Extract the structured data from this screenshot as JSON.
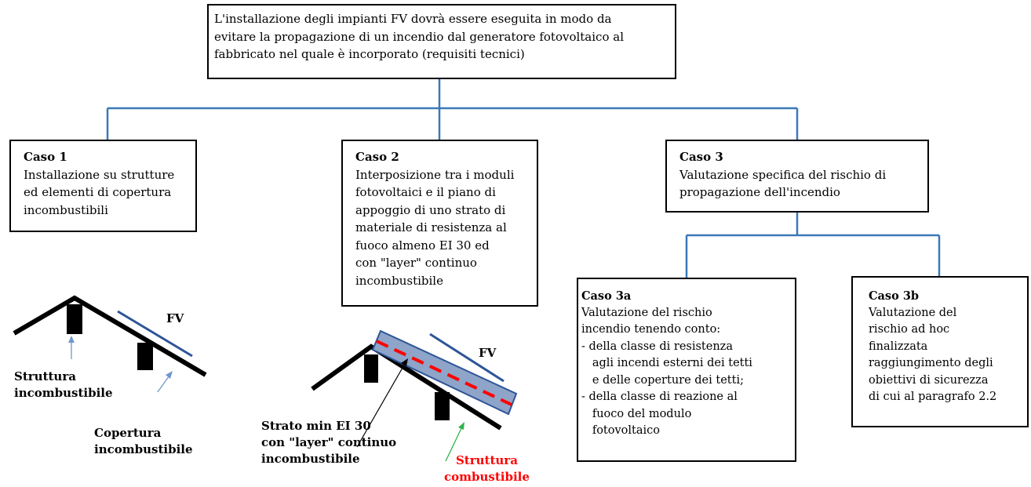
{
  "top_box": {
    "lines": [
      "L'installazione degli impianti FV dovrà essere eseguita in modo da",
      "evitare la propagazione di un incendio dal generatore fotovoltaico al",
      "fabbricato nel quale è incorporato (requisiti tecnici)"
    ]
  },
  "caso1": {
    "title": "Caso 1",
    "lines": [
      "Installazione su strutture",
      "ed elementi di copertura",
      "incombustibili"
    ]
  },
  "caso2": {
    "title": "Caso 2",
    "lines": [
      "Interposizione tra i moduli",
      "fotovoltaici e il piano di",
      "appoggio di uno strato di",
      "materiale di resistenza al",
      "fuoco almeno EI 30 ed",
      "con \"layer\" continuo",
      "incombustibile"
    ]
  },
  "caso3": {
    "title": "Caso 3",
    "lines": [
      "Valutazione specifica del rischio di",
      "propagazione dell'incendio"
    ]
  },
  "caso3a": {
    "title": "Caso 3a",
    "lines": [
      "Valutazione del rischio",
      "incendio tenendo conto:",
      "- della classe di resistenza",
      "   agli incendi esterni dei tetti",
      "   e delle coperture dei tetti;",
      "- della classe di reazione al",
      "   fuoco del modulo",
      "   fotovoltaico"
    ]
  },
  "caso3b": {
    "title": "Caso 3b",
    "lines": [
      "Valutazione del",
      "rischio ad hoc",
      "finalizzata",
      "raggiungimento degli",
      "obiettivi di sicurezza",
      "di cui al paragrafo 2.2"
    ]
  },
  "diagram1": {
    "fv_label": "FV",
    "struttura_lines": [
      "Struttura",
      "incombustibile"
    ],
    "copertura_lines": [
      "Copertura",
      "incombustibile"
    ]
  },
  "diagram2": {
    "fv_label": "FV",
    "strato_lines": [
      "Strato min EI 30",
      "con \"layer\" continuo",
      "incombustibile"
    ],
    "struttura_lines": [
      "Struttura",
      "combustibile"
    ]
  },
  "colors": {
    "connector": "#3b78b8",
    "panel_blue": "#2e5597",
    "panel_fill": "#8ea4c8",
    "dash_red": "#ff0000",
    "arrow_blue": "#6f97cf",
    "arrow_green": "#2fb24a",
    "label_red": "#ff0000"
  }
}
